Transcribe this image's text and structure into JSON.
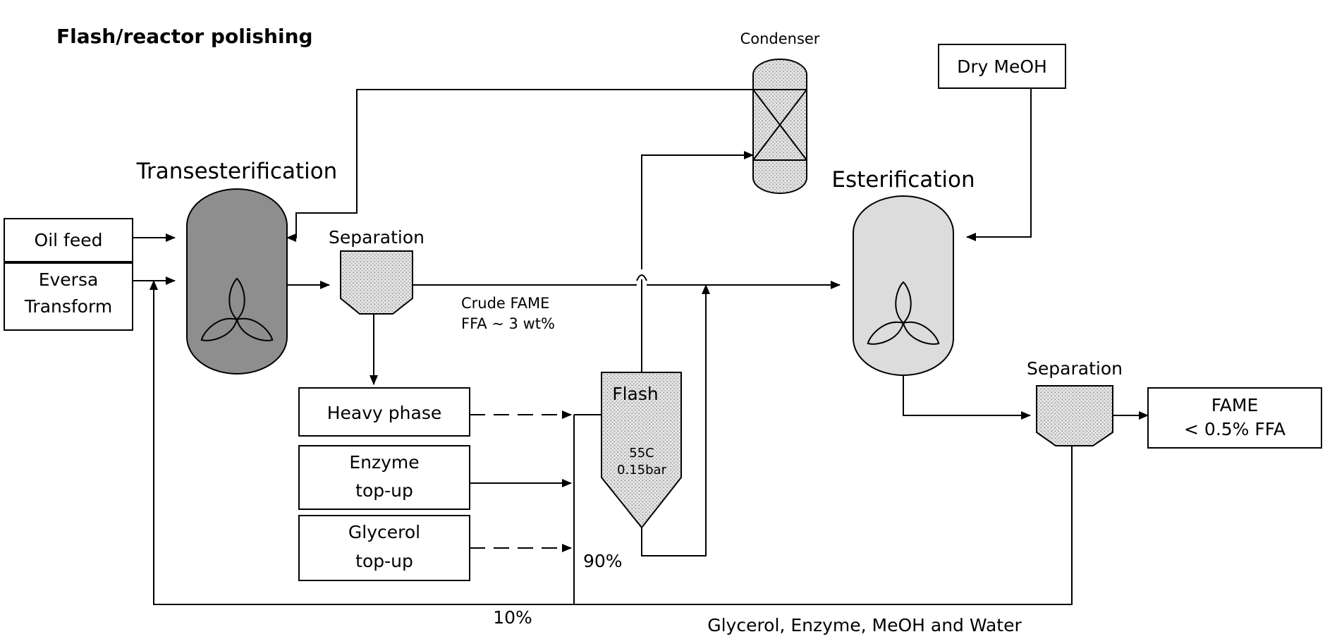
{
  "title": "Flash/reactor polishing",
  "units": {
    "transesterification": "Transesterification",
    "condenser": "Condenser",
    "esterification": "Esterification",
    "separation_1": "Separation",
    "separation_2": "Separation",
    "flash": "Flash",
    "flash_temp": "55C",
    "flash_pressure": "0.15bar"
  },
  "inputs": {
    "oil_feed": "Oil feed",
    "eversa_line1": "Eversa",
    "eversa_line2": "Transform",
    "dry_meoh": "Dry MeOH",
    "heavy_phase": "Heavy phase",
    "enzyme_line1": "Enzyme",
    "enzyme_line2": "top-up",
    "glycerol_line1": "Glycerol",
    "glycerol_line2": "top-up"
  },
  "product": {
    "line1": "FAME",
    "line2": "< 0.5% FFA"
  },
  "stream_labels": {
    "crude_fame": "Crude FAME",
    "ffa": "FFA ~ 3 wt%",
    "pct_90": "90%",
    "pct_10": "10%",
    "recycle": "Glycerol, Enzyme, MeOH and Water"
  },
  "colors": {
    "transesterification_fill": "#8e8e8e",
    "esterification_fill": "#dcdcdc",
    "stipple_fill": "#d2d2d2"
  }
}
